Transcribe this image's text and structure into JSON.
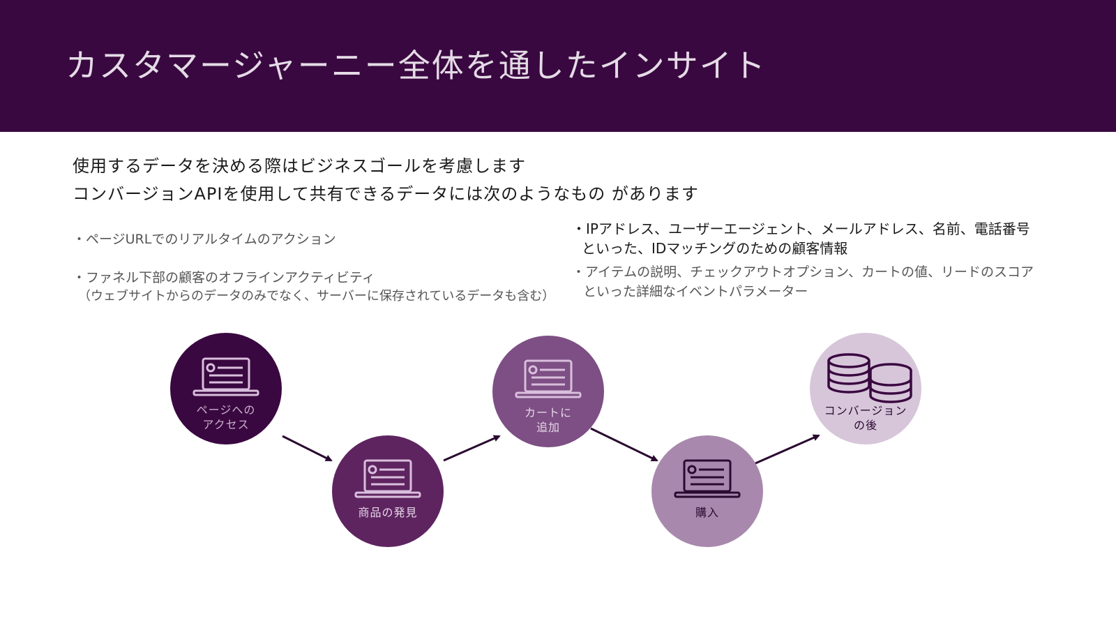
{
  "header": {
    "title": "カスタマージャーニー全体を通したインサイト"
  },
  "subtitle": {
    "line1": "使用するデータを決める際はビジネスゴールを考慮します",
    "line2": "コンバージョンAPIを使用して共有できるデータには次のようなもの があります"
  },
  "bullets_left": [
    {
      "line1": "・ページURLでのリアルタイムのアクション"
    },
    {
      "line1": "・ファネル下部の顧客のオフラインアクティビティ",
      "line2": "（ウェブサイトからのデータのみでなく、サーバーに保存されているデータも含む）"
    }
  ],
  "bullets_right": [
    {
      "line1": "・IPアドレス、ユーザーエージェント、メールアドレス、名前、電話番号",
      "line2": "といった、IDマッチングのための顧客情報"
    },
    {
      "line1": "・アイテムの説明、チェックアウトオプション、カートの値、リードのスコア",
      "line2": "といった詳細なイベントパラメーター"
    }
  ],
  "stages": [
    {
      "line1": "ページへの",
      "line2": "アクセス",
      "color": "#3a0840",
      "icon": "laptop-icon"
    },
    {
      "line1": "商品の発見",
      "line2": "",
      "color": "#5e2460",
      "icon": "laptop-icon"
    },
    {
      "line1": "カートに",
      "line2": "追加",
      "color": "#7d4f84",
      "icon": "laptop-icon"
    },
    {
      "line1": "購入",
      "line2": "",
      "color": "#a889ad",
      "icon": "laptop-icon"
    },
    {
      "line1": "コンバージョン",
      "line2": "の後",
      "color": "#d7c6da",
      "icon": "database-icon"
    }
  ]
}
